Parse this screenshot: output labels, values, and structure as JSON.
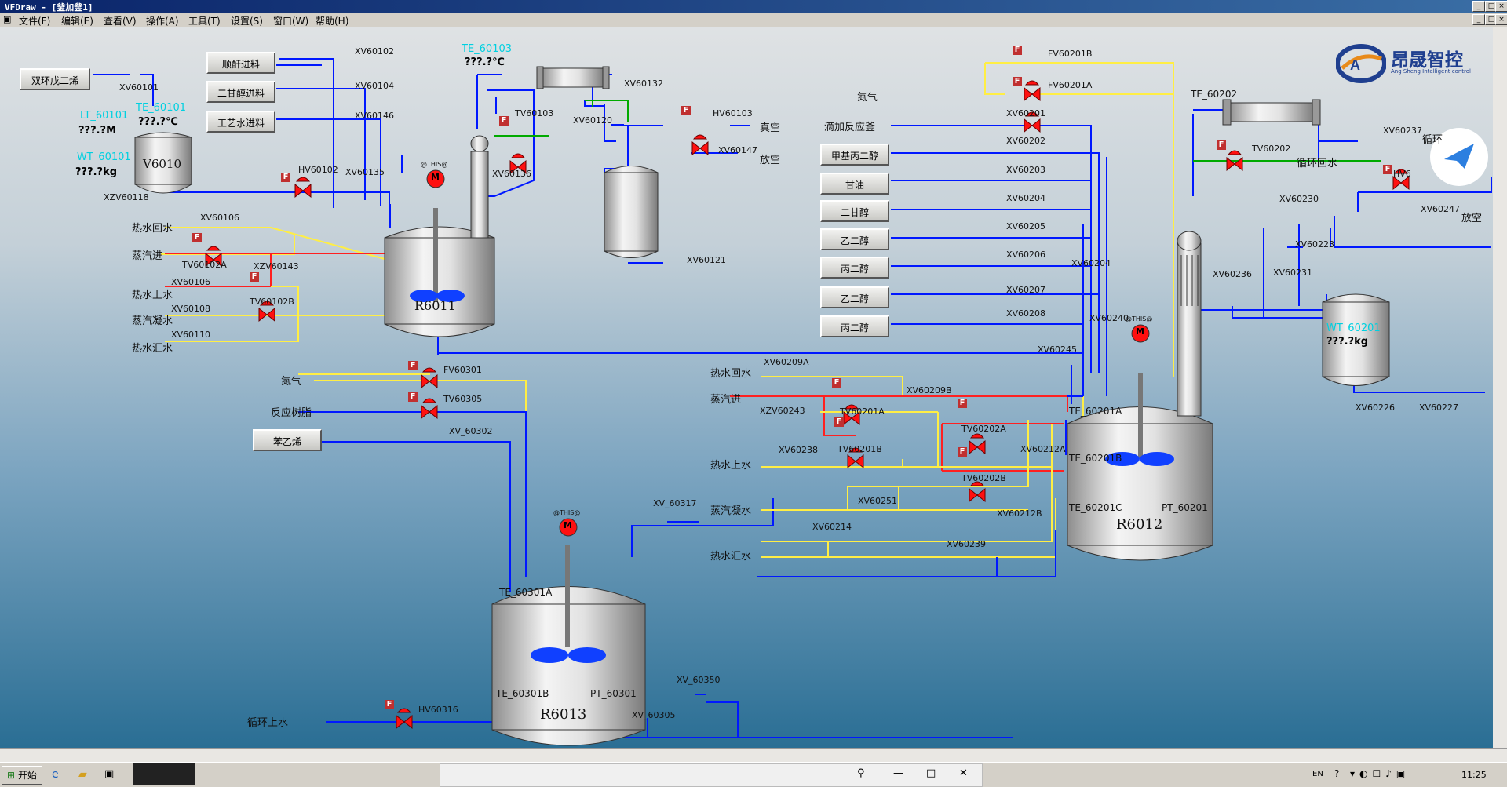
{
  "window": {
    "title": "VFDraw - [釜加釜1]",
    "min": "_",
    "max": "□",
    "close": "×"
  },
  "menu": [
    "文件(F)",
    "编辑(E)",
    "查看(V)",
    "操作(A)",
    "工具(T)",
    "设置(S)",
    "窗口(W)",
    "帮助(H)"
  ],
  "logo": {
    "name": "昂晟智控",
    "sub": "Ang Sheng Intelligent control",
    "colors": {
      "blue": "#1f3f8f",
      "orange": "#e88a1a"
    }
  },
  "vessels": {
    "v6010": "V6010",
    "r6011": "R6011",
    "r6012": "R6012",
    "r6013": "R6013"
  },
  "motor": {
    "tag": "@THIS@",
    "symbol": "M"
  },
  "buttons": [
    "双环戊二烯",
    "顺酐进料",
    "二甘醇进料",
    "工艺水进料",
    "甲基丙二醇",
    "甘油",
    "二甘醇",
    "乙二醇",
    "丙二醇",
    "乙二醇",
    "丙二醇",
    "苯乙烯"
  ],
  "instruments": {
    "lt60101": "LT_60101",
    "te60101": "TE_60101",
    "wt60101": "WT_60101",
    "te60103": "TE_60103",
    "te60202": "TE_60202",
    "wt60201": "WT_60201",
    "te60201a": "TE_60201A",
    "te60201b": "TE_60201B",
    "te60201c": "TE_60201C",
    "pt60201": "PT_60201",
    "te60301a": "TE_60301A",
    "te60301b": "TE_60301B",
    "pt60301": "PT_60301"
  },
  "values": {
    "level": "???.?M",
    "temp1": "???.?℃",
    "weight1": "???.?kg",
    "temp2": "???.?℃",
    "weight2": "???.?kg"
  },
  "media": {
    "hwReturn": "热水回水",
    "steamIn": "蒸汽进",
    "hwSupply": "热水上水",
    "condensate": "蒸汽凝水",
    "hwDrain": "热水汇水",
    "vacuum": "真空",
    "vent": "放空",
    "n2": "氮气",
    "dropTank": "滴加反应釜",
    "cwReturn": "循环回水",
    "cwReturnShort": "循环",
    "vent2": "放空",
    "n2b": "氮气",
    "resin": "反应树脂",
    "hwReturn2": "热水回水",
    "steamIn2": "蒸汽进",
    "hwSupply2": "热水上水",
    "condensate2": "蒸汽凝水",
    "hwDrain2": "热水汇水",
    "cwSupply": "循环上水"
  },
  "valves": {
    "xv60101": "XV60101",
    "xv60102": "XV60102",
    "xv60104": "XV60104",
    "xv60146": "XV60146",
    "xv60135": "XV60135",
    "hv60102": "HV60102",
    "xzv60118": "XZV60118",
    "xv60106a": "XV60106",
    "tv60102a": "TV60102A",
    "xzv60143": "XZV60143",
    "xv60106b": "XV60106",
    "tv60102b": "TV60102B",
    "xv60108": "XV60108",
    "xv60110": "XV60110",
    "tv60103": "TV60103",
    "xv60136": "XV60136",
    "xv60120": "XV60120",
    "xv60132": "XV60132",
    "hv60103": "HV60103",
    "xv60147": "XV60147",
    "xv60121": "XV60121",
    "fv60201b": "FV60201B",
    "fv60201a": "FV60201A",
    "xv60201": "XV60201",
    "xv60202": "XV60202",
    "xv60203": "XV60203",
    "xv60204": "XV60204",
    "xv60205": "XV60205",
    "xv60206": "XV60206",
    "xv60207": "XV60207",
    "xv60208": "XV60208",
    "xv60204b": "XV60204",
    "xv60240": "XV60240",
    "xv60245": "XV60245",
    "xv60209a": "XV60209A",
    "xv60209b": "XV60209B",
    "xzv60243": "XZV60243",
    "tv60201a": "TV60201A",
    "tv60201b": "TV60201B",
    "tv60202a": "TV60202A",
    "tv60202b": "TV60202B",
    "xv60212a": "XV60212A",
    "xv60212b": "XV60212B",
    "xv60238": "XV60238",
    "xv60251": "XV60251",
    "xv60214": "XV60214",
    "xv60239": "XV60239",
    "tv60202": "TV60202",
    "xv60237": "XV60237",
    "hv60": "HV6",
    "xv60230": "XV60230",
    "xv60223": "XV60223",
    "xv60247": "XV60247",
    "xv60236": "XV60236",
    "xv60231": "XV60231",
    "xv60226": "XV60226",
    "xv60227": "XV60227",
    "fv60301": "FV60301",
    "tv60305": "TV60305",
    "xv60302": "XV_60302",
    "xv60317": "XV_60317",
    "hv60316": "HV60316",
    "xv60350": "XV_60350",
    "xv60305": "XV_60305"
  },
  "taskbar": {
    "start": "开始",
    "lang": "EN",
    "clock": "11:25"
  }
}
